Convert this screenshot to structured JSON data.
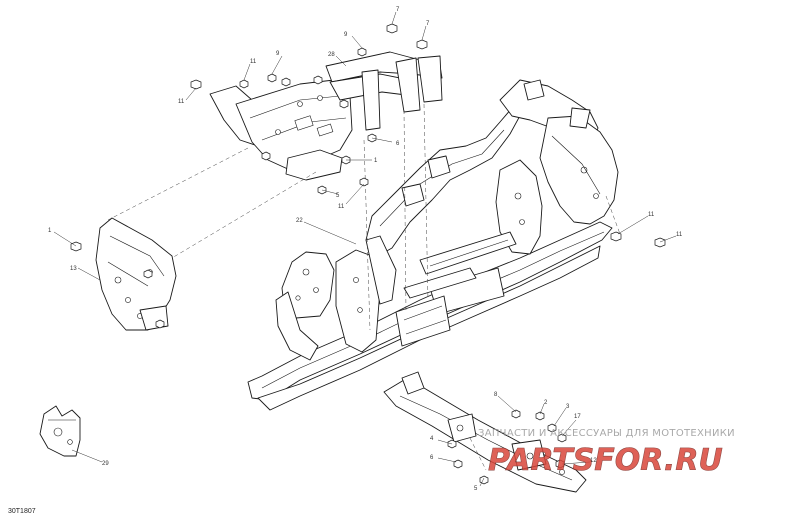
{
  "diagram": {
    "drawing_code": "30T1807",
    "watermark": {
      "tagline": "ЗАПЧАСТИ И АКСЕССУАРЫ ДЛЯ МОТОТЕХНИКИ",
      "logo": "PARTSFOR.RU",
      "logo_accent": "#d9463a",
      "logo_dark": "#7d2a24"
    },
    "callouts": [
      {
        "id": "c7a",
        "label": "7"
      },
      {
        "id": "c7b",
        "label": "7"
      },
      {
        "id": "c9a",
        "label": "9"
      },
      {
        "id": "c28",
        "label": "28"
      },
      {
        "id": "c11a",
        "label": "11"
      },
      {
        "id": "c9b",
        "label": "9"
      },
      {
        "id": "c11b",
        "label": "11"
      },
      {
        "id": "c6",
        "label": "6"
      },
      {
        "id": "c1a",
        "label": "1"
      },
      {
        "id": "c5",
        "label": "5"
      },
      {
        "id": "c11c",
        "label": "11"
      },
      {
        "id": "c1b",
        "label": "1"
      },
      {
        "id": "c13",
        "label": "13"
      },
      {
        "id": "c22",
        "label": "22"
      },
      {
        "id": "c11d",
        "label": "11"
      },
      {
        "id": "c11e",
        "label": "11"
      },
      {
        "id": "c29",
        "label": "29"
      },
      {
        "id": "c8",
        "label": "8"
      },
      {
        "id": "c2",
        "label": "2"
      },
      {
        "id": "c3",
        "label": "3"
      },
      {
        "id": "c17",
        "label": "17"
      },
      {
        "id": "c4",
        "label": "4"
      },
      {
        "id": "c6b",
        "label": "6"
      },
      {
        "id": "c5b",
        "label": "5"
      },
      {
        "id": "c12",
        "label": "12"
      }
    ]
  }
}
